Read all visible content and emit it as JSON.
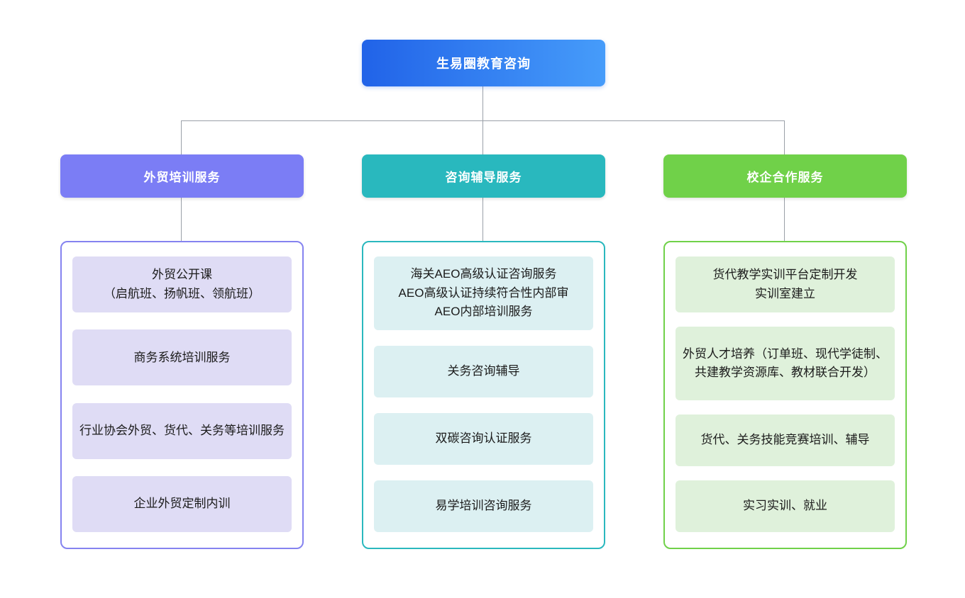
{
  "diagram": {
    "root": {
      "label": "生易圈教育咨询"
    },
    "branches": [
      {
        "label": "外贸培训服务",
        "items": [
          "外贸公开课\n（启航班、扬帆班、领航班）",
          "商务系统培训服务",
          "行业协会外贸、货代、关务等培训服务",
          "企业外贸定制内训"
        ]
      },
      {
        "label": "咨询辅导服务",
        "items": [
          "海关AEO高级认证咨询服务\nAEO高级认证持续符合性内部审\nAEO内部培训服务",
          "关务咨询辅导",
          "双碳咨询认证服务",
          "易学培训咨询服务"
        ]
      },
      {
        "label": "校企合作服务",
        "items": [
          "货代教学实训平台定制开发\n实训室建立",
          "外贸人才培养（订单班、现代学徒制、共建教学资源库、教材联合开发）",
          "货代、关务技能竞赛培训、辅导",
          "实习实训、就业"
        ]
      }
    ]
  },
  "colors": {
    "root_gradient_start": "#2163e8",
    "root_gradient_end": "#469cfa",
    "branch_purple": "#7b7df5",
    "branch_teal": "#29b8be",
    "branch_green": "#70d149",
    "item_purple_bg": "#dfdcf5",
    "item_teal_bg": "#dcf0f2",
    "item_green_bg": "#dff1db",
    "container_border_purple": "#8583f0",
    "container_border_teal": "#2ab8be",
    "container_border_green": "#70d149",
    "connector_line": "#9aa0a8",
    "text_on_color": "#ffffff",
    "item_text": "#1b1b1b"
  }
}
